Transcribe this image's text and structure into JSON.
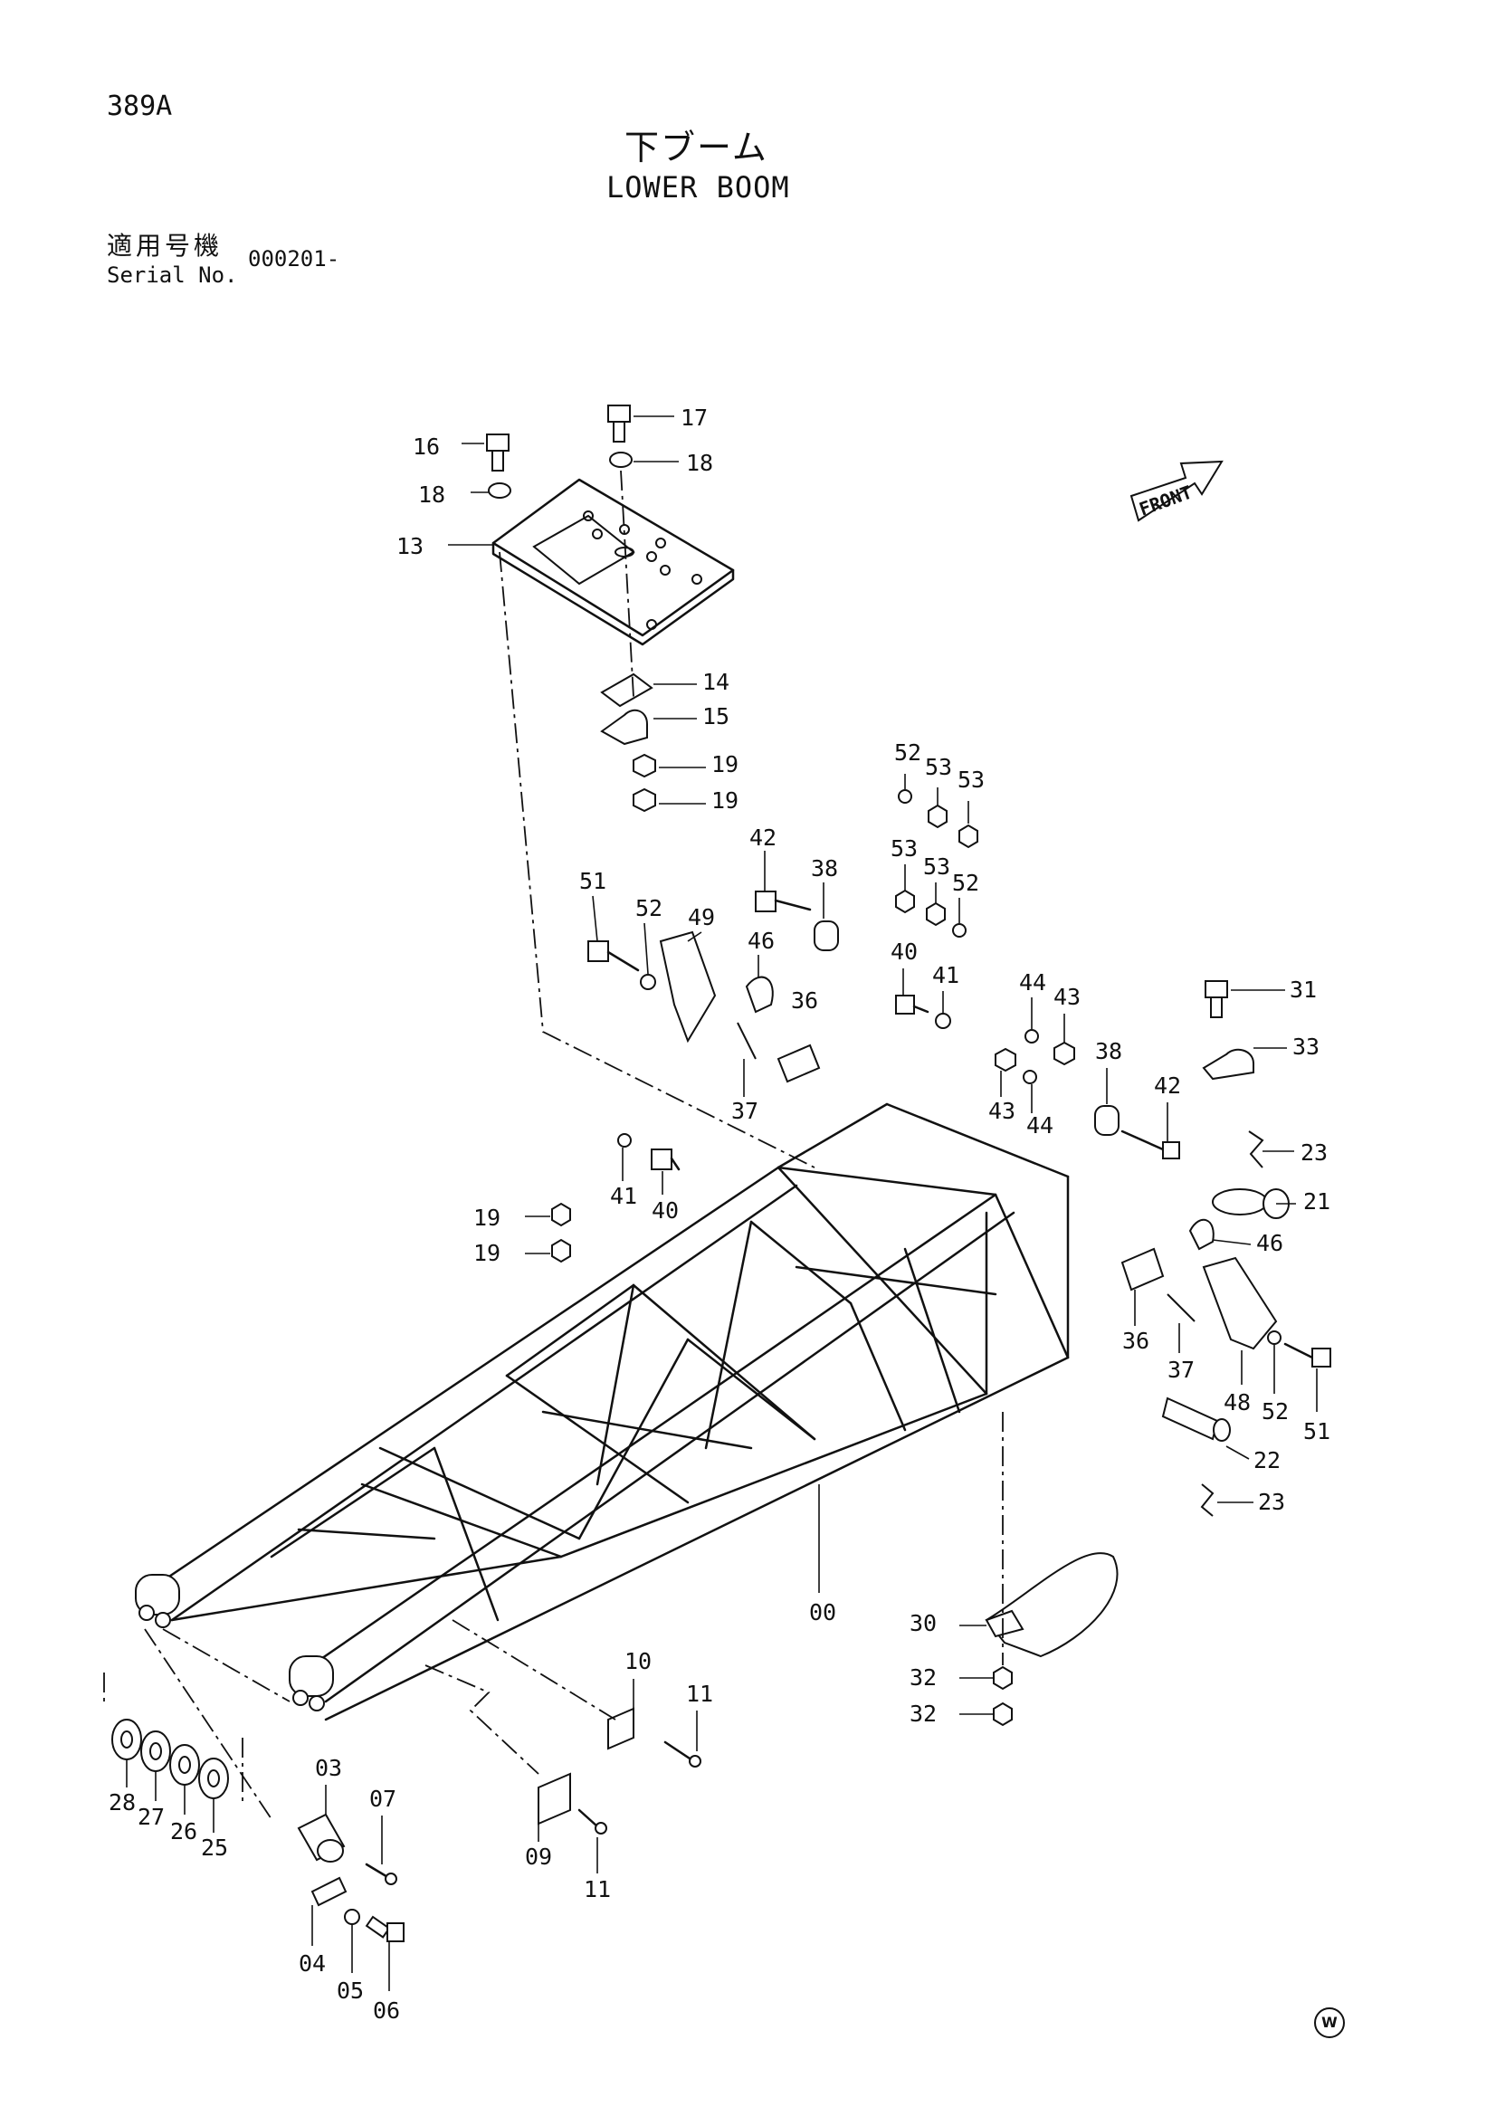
{
  "header": {
    "page_number": "389A",
    "title_jp": "下ブーム",
    "title_en": "LOWER BOOM",
    "serial_label_jp": "適用号機",
    "serial_label_en": "Serial No.",
    "serial_value": "000201-"
  },
  "front_arrow_label": "FRONT",
  "footer_mark": "W",
  "callouts": [
    "16",
    "17",
    "18",
    "18",
    "13",
    "14",
    "15",
    "19",
    "19",
    "52",
    "53",
    "53",
    "42",
    "38",
    "53",
    "53",
    "52",
    "51",
    "52",
    "49",
    "46",
    "36",
    "37",
    "40",
    "41",
    "44",
    "43",
    "31",
    "33",
    "38",
    "42",
    "43",
    "44",
    "23",
    "21",
    "41",
    "40",
    "19",
    "19",
    "46",
    "36",
    "37",
    "48",
    "52",
    "51",
    "22",
    "23",
    "00",
    "30",
    "32",
    "32",
    "10",
    "11",
    "03",
    "07",
    "09",
    "11",
    "28",
    "27",
    "26",
    "25",
    "04",
    "05",
    "06"
  ]
}
